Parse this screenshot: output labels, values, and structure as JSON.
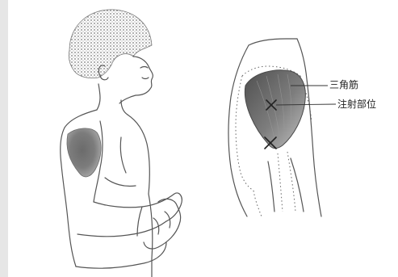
{
  "labels": {
    "muscle": "三角筋",
    "injection_site": "注射部位"
  },
  "colors": {
    "line": "#555555",
    "muscle_dark": "#5a5a5a",
    "muscle_mid": "#8a8a8a",
    "muscle_light": "#bdbdbd",
    "marker": "#222222",
    "side_strip": "#e6e6e6"
  },
  "icons": {
    "cross_marks": [
      "x-mark",
      "x-mark"
    ]
  }
}
